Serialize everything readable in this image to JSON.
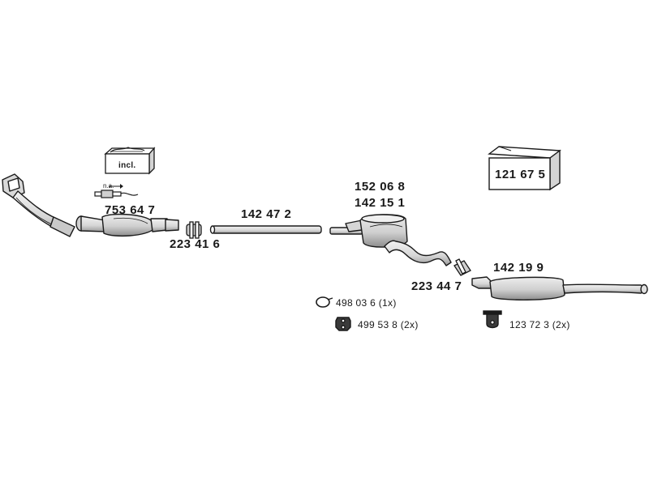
{
  "diagram": {
    "parts": {
      "downpipe": {
        "number": ""
      },
      "catalyst": {
        "number": "753 64 7",
        "sensor_note": "n.a."
      },
      "fitting_kit": {
        "incl_label": "incl."
      },
      "clamp_front": {
        "number": "223 41 6"
      },
      "intermediate_pipe": {
        "number": "142 47 2"
      },
      "center_silencer": {
        "number_a": "152 06 8",
        "number_b": "142 15 1"
      },
      "clamp_rear": {
        "number": "223 44 7"
      },
      "rear_silencer": {
        "number": "142 19 9"
      },
      "mounting_kit_box": {
        "number": "121 67 5"
      }
    },
    "hardware": [
      {
        "number": "498 03 6",
        "qty": "(1x)",
        "icon": "ring-icon"
      },
      {
        "number": "499 53 8",
        "qty": "(2x)",
        "icon": "rubber-hanger-icon"
      },
      {
        "number": "123 72 3",
        "qty": "(2x)",
        "icon": "bracket-hanger-icon"
      }
    ],
    "colors": {
      "line": "#1a1a1a",
      "part_fill": "#e6e6e6",
      "part_shade": "#b9b9b9",
      "background": "#ffffff"
    }
  }
}
